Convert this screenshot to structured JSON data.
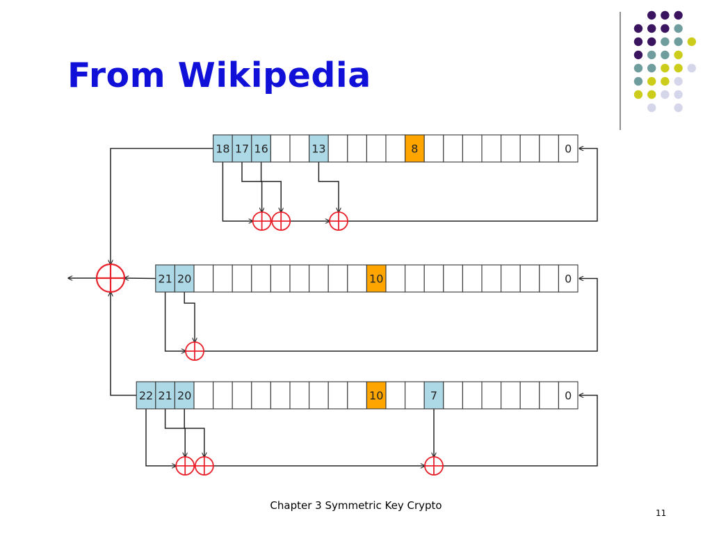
{
  "slide": {
    "title": "From Wikipedia",
    "footer": "Chapter 3   Symmetric Key Crypto",
    "page_number": "11"
  },
  "colors": {
    "title": "#1010d8",
    "tap_cell": "#add8e6",
    "clock_cell": "#ffa500",
    "xor": "#e8202a",
    "dot_purple": "#3b1460",
    "dot_teal": "#6f9c9c",
    "dot_yellow": "#cccc1a",
    "dot_lavender": "#d6d6ea"
  },
  "diagram": {
    "title": "",
    "registers": [
      {
        "name": "",
        "length": 19,
        "cells": [
          {
            "index": 18,
            "label": "18",
            "kind": "tap"
          },
          {
            "index": 17,
            "label": "17",
            "kind": "tap"
          },
          {
            "index": 16,
            "label": "16",
            "kind": "tap"
          },
          {
            "index": 13,
            "label": "13",
            "kind": "tap"
          },
          {
            "index": 8,
            "label": "8",
            "kind": "clock"
          },
          {
            "index": 0,
            "label": "0",
            "kind": "plain"
          }
        ]
      },
      {
        "name": "",
        "length": 22,
        "cells": [
          {
            "index": 21,
            "label": "21",
            "kind": "tap"
          },
          {
            "index": 20,
            "label": "20",
            "kind": "tap"
          },
          {
            "index": 10,
            "label": "10",
            "kind": "clock"
          },
          {
            "index": 0,
            "label": "0",
            "kind": "plain"
          }
        ]
      },
      {
        "name": "",
        "length": 23,
        "cells": [
          {
            "index": 22,
            "label": "22",
            "kind": "tap"
          },
          {
            "index": 21,
            "label": "21",
            "kind": "tap"
          },
          {
            "index": 20,
            "label": "20",
            "kind": "tap"
          },
          {
            "index": 10,
            "label": "10",
            "kind": "clock"
          },
          {
            "index": 7,
            "label": "7",
            "kind": "tap"
          },
          {
            "index": 0,
            "label": "0",
            "kind": "plain"
          }
        ]
      }
    ]
  }
}
